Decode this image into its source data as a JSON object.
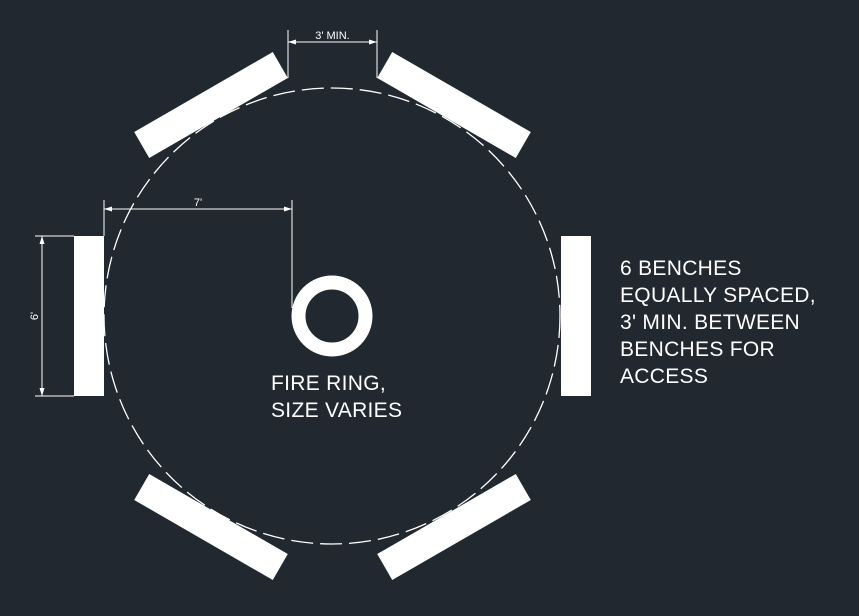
{
  "dimensions": {
    "bench_gap": "3' MIN.",
    "radius": "7'",
    "bench_length": "6'"
  },
  "fire_ring_label": {
    "line1": "FIRE RING,",
    "line2": "SIZE VARIES"
  },
  "note": {
    "line1": "6 BENCHES",
    "line2": "EQUALLY SPACED,",
    "line3": "3' MIN. BETWEEN",
    "line4": "BENCHES FOR",
    "line5": "ACCESS"
  },
  "colors": {
    "background": "#212830",
    "drawing": "#ffffff"
  }
}
